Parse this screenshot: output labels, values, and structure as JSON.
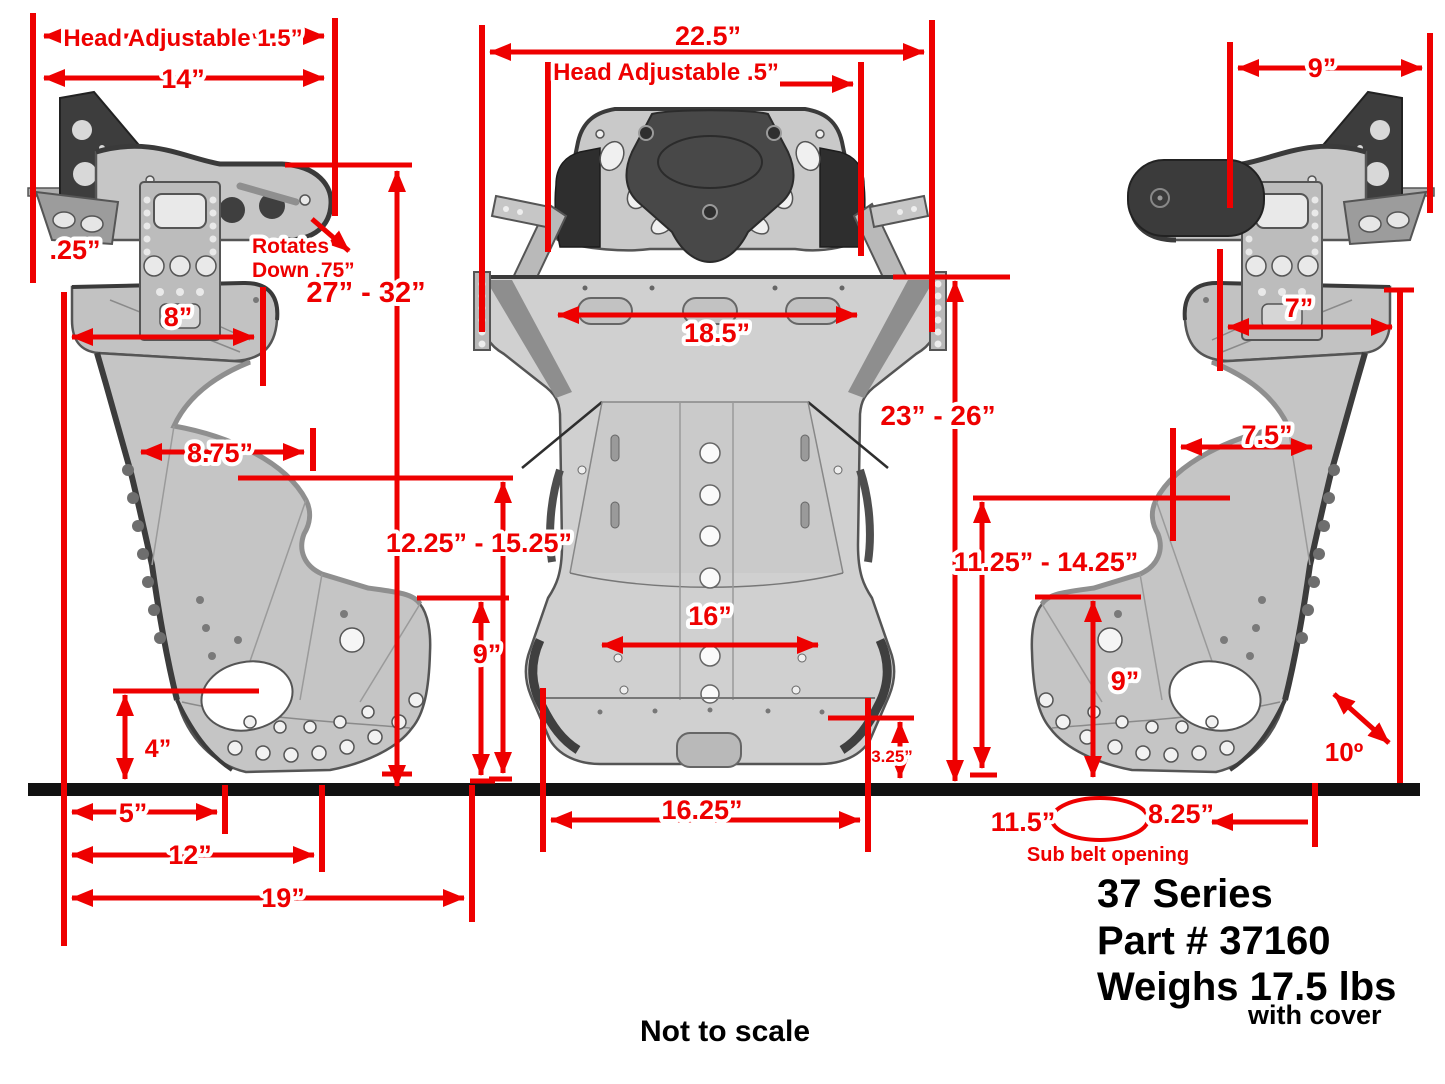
{
  "product": {
    "series": "37 Series",
    "part": "Part # 37160",
    "weight": "Weighs 17.5 lbs",
    "weight_note": "with cover"
  },
  "notes": {
    "rotates1": "Rotates",
    "rotates2": "Down .75”",
    "sub_belt": "Sub belt opening",
    "not_to_scale": "Not to scale"
  },
  "dims": {
    "head_adj_15": "Head Adjustable 1.5”",
    "w14": "14”",
    "w225": "22.5”",
    "head_adj_05": "Head Adjustable .5”",
    "w9top": "9”",
    "t025": ".25”",
    "h2732": "27” - 32”",
    "w8": "8”",
    "w185": "18.5”",
    "h2326": "23” - 26”",
    "w7": "7”",
    "w875": "8.75”",
    "w75": "7.5”",
    "range_back": "12.25” - 15.25”",
    "range_back_r": "11.25” - 14.25”",
    "w16": "16”",
    "h9l": "9”",
    "h9r": "9”",
    "h4": "4”",
    "h325": "3.25”",
    "angle10": "10º",
    "w5": "5”",
    "w1625": "16.25”",
    "w115": "11.5”",
    "w825": "8.25”",
    "w12": "12”",
    "w19": "19”"
  },
  "colors": {
    "dimension_red": "#ee0000",
    "ground_black": "#111111",
    "seat_light": "#c9c9c9",
    "seat_dark": "#3c3c3c"
  }
}
